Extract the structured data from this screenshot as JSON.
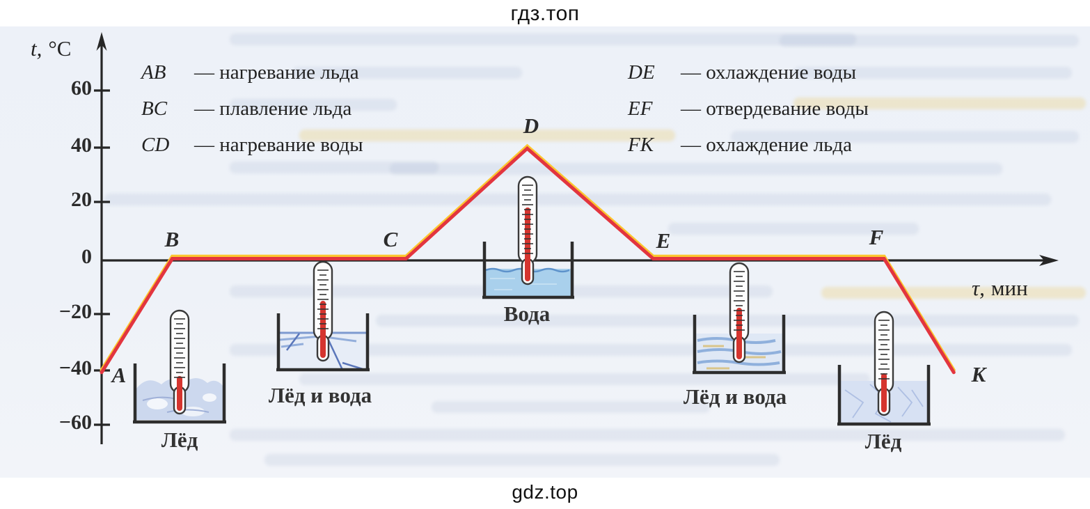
{
  "watermarks": {
    "top": "гдз.топ",
    "bottom": "gdz.top"
  },
  "axis": {
    "y_var": "t,",
    "y_unit": "°C",
    "x_var": "τ,",
    "x_unit": "мин"
  },
  "chart_data": {
    "type": "line",
    "title": "",
    "xlabel": "τ, мин",
    "ylabel": "t, °C",
    "grid": false,
    "x_ticks": [],
    "y_ticks": [
      60,
      40,
      20,
      0,
      -20,
      -40,
      -60
    ],
    "y_tick_labels": [
      "60",
      "40",
      "20",
      "0",
      "−20",
      "−40",
      "−60"
    ],
    "ylim": [
      -70,
      80
    ],
    "line_color": "#e2353f",
    "line_highlight_color": "#fcc62f",
    "series": [
      {
        "points": [
          {
            "label": "A",
            "t": -40,
            "tau_rel": 0.0
          },
          {
            "label": "B",
            "t": 0,
            "tau_rel": 0.074
          },
          {
            "label": "C",
            "t": 0,
            "tau_rel": 0.319
          },
          {
            "label": "D",
            "t": 40,
            "tau_rel": 0.446
          },
          {
            "label": "E",
            "t": 0,
            "tau_rel": 0.578
          },
          {
            "label": "F",
            "t": 0,
            "tau_rel": 0.82
          },
          {
            "label": "K",
            "t": -40,
            "tau_rel": 0.893
          }
        ]
      }
    ],
    "segments": [
      {
        "code": "AB",
        "label": "— нагревание льда"
      },
      {
        "code": "BC",
        "label": "— плавление льда"
      },
      {
        "code": "CD",
        "label": "— нагревание воды"
      },
      {
        "code": "DE",
        "label": "— охлаждение воды"
      },
      {
        "code": "EF",
        "label": "— отвердевание воды"
      },
      {
        "code": "FK",
        "label": "— охлаждение льда"
      }
    ],
    "annotations": [
      "Лёд",
      "Лёд и вода",
      "Вода",
      "Лёд и вода",
      "Лёд"
    ]
  }
}
